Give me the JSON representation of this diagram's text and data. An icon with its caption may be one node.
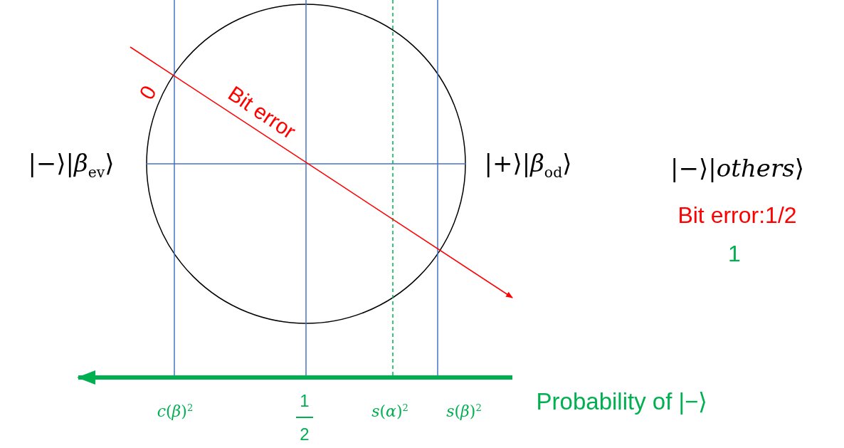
{
  "diagram": {
    "labels": [
      "0",
      "Bit error",
      "|−⟩|*β*$_{ev}$⟩",
      "|+⟩|*β*$_{od}$⟩",
      "|−⟩|*others*⟩",
      "Bit error:1/2",
      "1",
      "*c*(*β*)$^{2}$",
      "1",
      "2",
      "*s*(*α*)$^{2}$",
      "*s*(*β*)$^{2}$",
      "Probability of |−⟩"
    ]
  }
}
